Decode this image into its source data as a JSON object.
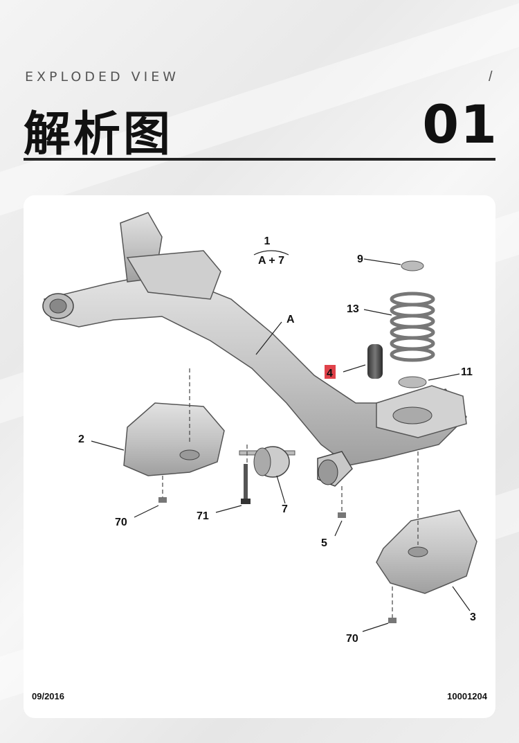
{
  "header": {
    "subtitle": "EXPLODED VIEW",
    "slash": "/",
    "title": "解析图",
    "number": "01"
  },
  "diagram": {
    "callouts": {
      "c1": "1",
      "c1_sub": "A + 7",
      "cA": "A",
      "c2": "2",
      "c3": "3",
      "c4": "4",
      "c5": "5",
      "c7": "7",
      "c9": "9",
      "c11": "11",
      "c13": "13",
      "c70a": "70",
      "c70b": "70",
      "c71": "71"
    },
    "highlight_color": "#e0424a"
  },
  "footer": {
    "date": "09/2016",
    "code": "10001204"
  }
}
